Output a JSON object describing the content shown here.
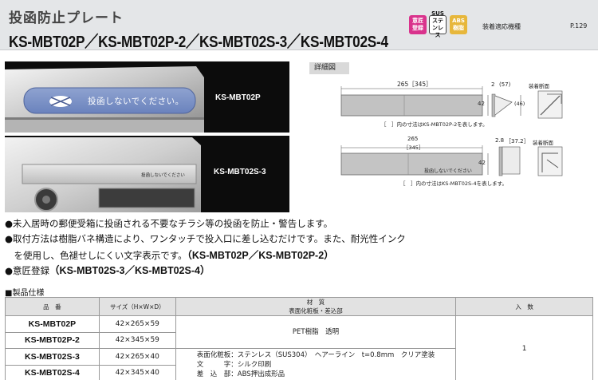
{
  "header": {
    "title": "投函防止プレート",
    "models": "KS-MBT02P／KS-MBT02P-2／KS-MBT02S-3／KS-MBT02S-4",
    "badges": [
      {
        "icon": "design-registered-badge",
        "text": "意匠登録",
        "color": "#d9338c"
      },
      {
        "icon": "sus-stainless-badge",
        "text": "SUSステンレス",
        "color": "#ffffff"
      },
      {
        "icon": "abs-resin-badge",
        "text": "ABS樹脂",
        "color": "#e7b73b"
      }
    ],
    "compatible_label": "装着適応機種",
    "page_ref": "P.129"
  },
  "photos": [
    {
      "label": "KS-MBT02P",
      "plate_text": "投函しないでください。"
    },
    {
      "label": "KS-MBT02S-3",
      "plate_text": "投函しないでください"
    }
  ],
  "detail": {
    "tag": "詳細図",
    "drawing1": {
      "width_dim": "265［345］",
      "height_dim": "42",
      "thick_dim": "2",
      "depth_dim": "(57)",
      "side_dim": "(46)",
      "section_label": "装着断面",
      "note": "［　］内の寸法はKS-MBT02P-2を表します。"
    },
    "drawing2": {
      "width_dim": "265",
      "width_dim2": "［345］",
      "height_dim": "42",
      "thick_dim": "2.8",
      "depth_dim": "［37.2］",
      "section_label": "装着断面",
      "plate_text": "投函しないでください",
      "note": "［　］内の寸法はKS-MBT02S-4を表します。"
    }
  },
  "bullets": {
    "b1": "●未入居時の郵便受箱に投函される不要なチラシ等の投函を防止・警告します。",
    "b2": "●取付方法は樹脂バネ構造により、ワンタッチで投入口に差し込むだけです。また、耐光性インク",
    "b3_prefix": "　を使用し、色褪せしにくい文字表示です。",
    "b3_models": "（KS-MBT02P／KS-MBT02P-2）",
    "b4_prefix": "●意匠登録",
    "b4_models": "（KS-MBT02S-3／KS-MBT02S-4）"
  },
  "spec": {
    "title": "■製品仕様",
    "headers": {
      "model": "品　番",
      "size": "サイズ（H×W×D）",
      "material": "材　質",
      "material_sub": "表面化粧板・差込部",
      "qty": "入　数"
    },
    "rows": [
      {
        "model": "KS-MBT02P",
        "size": "42×265×59"
      },
      {
        "model": "KS-MBT02P-2",
        "size": "42×345×59"
      },
      {
        "model": "KS-MBT02S-3",
        "size": "42×265×40"
      },
      {
        "model": "KS-MBT02S-4",
        "size": "42×345×40"
      }
    ],
    "material_pet": "PET樹脂　透明",
    "material_s": [
      "表面化粧板：ステンレス（SUS304）　ヘアーライン　t=0.8mm　クリア塗装",
      "文　　　字：シルク印刷",
      "差　込　部：ABS押出成形品"
    ],
    "qty": "1"
  }
}
